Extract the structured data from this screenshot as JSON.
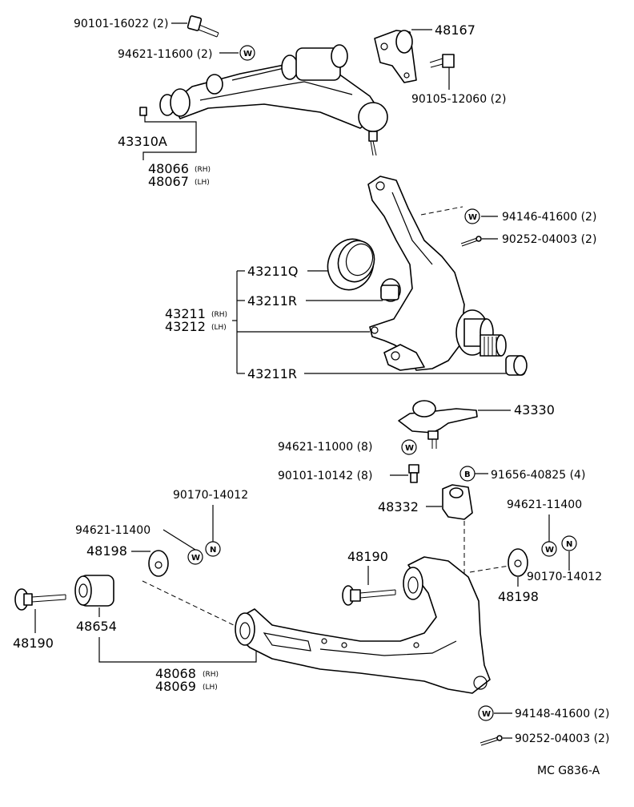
{
  "labels": {
    "p90101_16022": "90101-16022 (2)",
    "p94621_11600": "94621-11600 (2)",
    "p48167": "48167",
    "p90105_12060": "90105-12060 (2)",
    "p43310A": "43310A",
    "p48066": "48066",
    "p48066_side": "(RH)",
    "p48067": "48067",
    "p48067_side": "(LH)",
    "p94146_41600": "94146-41600 (2)",
    "p90252_04003_a": "90252-04003 (2)",
    "p43211Q": "43211Q",
    "p43211R_a": "43211R",
    "p43211": "43211",
    "p43211_side": "(RH)",
    "p43212": "43212",
    "p43212_side": "(LH)",
    "p43211R_b": "43211R",
    "p43330": "43330",
    "p94621_11000": "94621-11000 (8)",
    "p90101_10142": "90101-10142 (8)",
    "p91656_40825": "91656-40825 (4)",
    "p90170_14012_a": "90170-14012",
    "p48332": "48332",
    "p94621_11400_a": "94621-11400",
    "p94621_11400_b": "94621-11400",
    "p48198_a": "48198",
    "p48190_a": "48190",
    "p90170_14012_b": "90170-14012",
    "p48198_b": "48198",
    "p48654": "48654",
    "p48190_b": "48190",
    "p48068": "48068",
    "p48068_side": "(RH)",
    "p48069": "48069",
    "p48069_side": "(LH)",
    "p94148_41600": "94148-41600 (2)",
    "p90252_04003_b": "90252-04003 (2)",
    "diagram_code": "MC  G836-A"
  },
  "symbols": {
    "washer": "W",
    "nut": "N",
    "bolt": "B"
  }
}
